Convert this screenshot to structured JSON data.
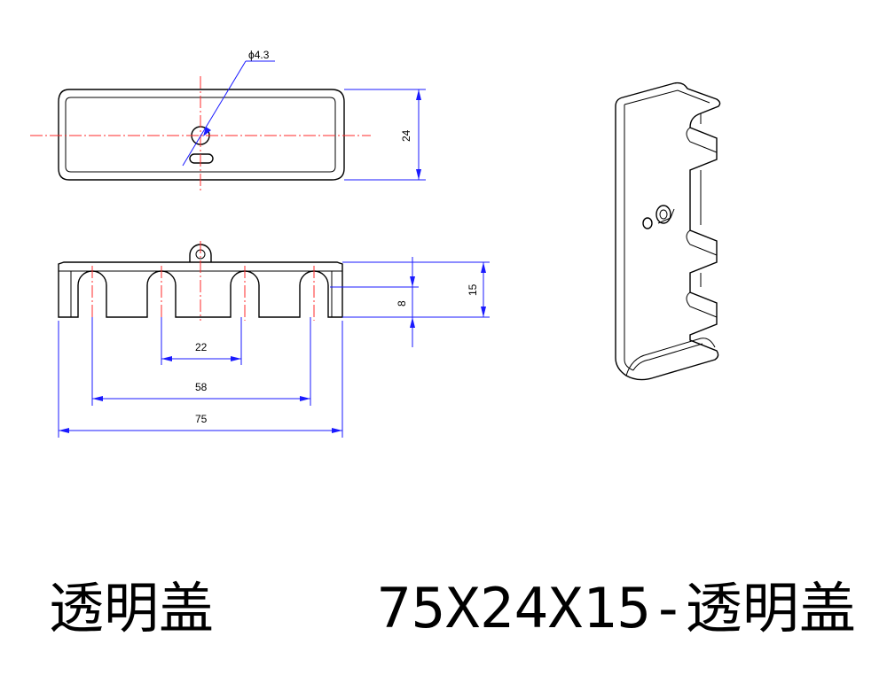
{
  "dimensions": {
    "hole_diameter": "ϕ4.3",
    "width": "24",
    "height_total": "15",
    "slot_depth": "8",
    "pitch": "22",
    "outer_slot_span": "58",
    "length": "75"
  },
  "title": {
    "left": "透明盖",
    "right": "75X24X15-透明盖"
  },
  "colors": {
    "outline": "#000000",
    "dimension": "#1a1aff",
    "centerline": "#ff2a2a"
  }
}
